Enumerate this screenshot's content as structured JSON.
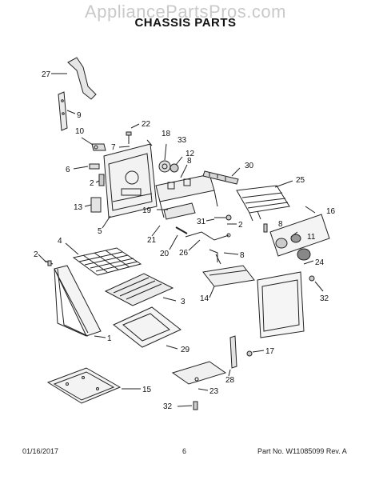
{
  "watermark": "AppliancePartsPros.com",
  "title": "CHASSIS PARTS",
  "callouts": {
    "c27": "27",
    "c9": "9",
    "c22": "22",
    "c18": "18",
    "c33": "33",
    "c12": "12",
    "c10": "10",
    "c7": "7",
    "c8a": "8",
    "c30": "30",
    "c6": "6",
    "c2a": "2",
    "c25": "25",
    "c13": "13",
    "c19": "19",
    "c31": "31",
    "c2b": "2",
    "c8b": "8",
    "c16": "16",
    "c5": "5",
    "c21": "21",
    "c11": "11",
    "c4": "4",
    "c2c": "2",
    "c20": "20",
    "c26": "26",
    "c8c": "8",
    "c24": "24",
    "c14": "14",
    "c3": "3",
    "c32a": "32",
    "c1": "1",
    "c29": "29",
    "c17": "17",
    "c28": "28",
    "c15": "15",
    "c23": "23",
    "c32b": "32"
  },
  "footer": {
    "date": "01/16/2017",
    "page": "6",
    "part_number": "Part No.  W11085099  Rev.  A"
  }
}
